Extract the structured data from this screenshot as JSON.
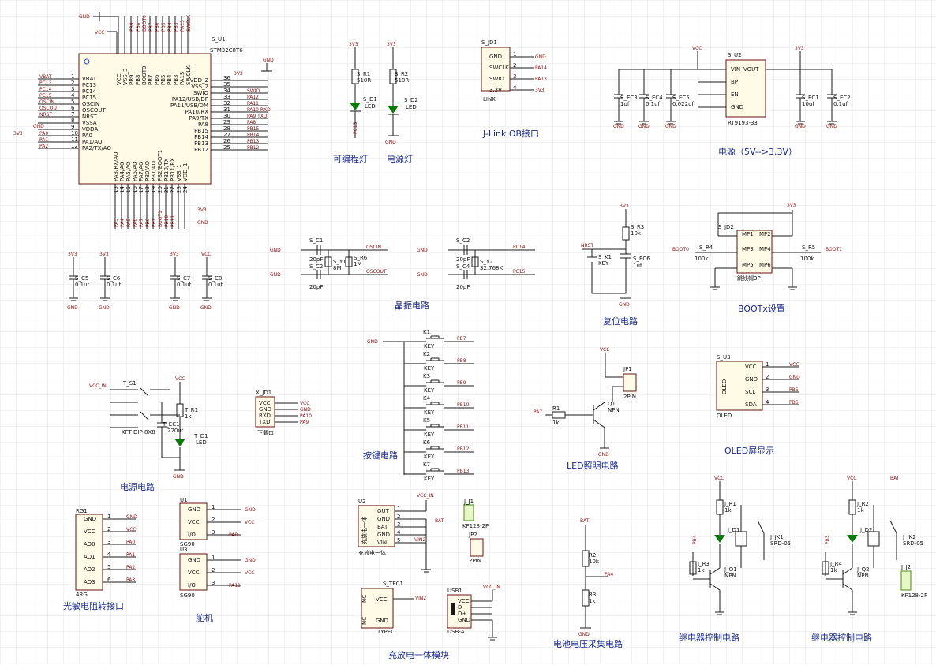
{
  "mcu": {
    "ref": "S_U1",
    "part": "STM32C8T6",
    "top_pins": [
      "VCC",
      "VSS_3",
      "PB9",
      "PB8",
      "BOOT0",
      "PB7",
      "PB6",
      "PB5",
      "PB4",
      "PB3",
      "PA15",
      "SWCLK"
    ],
    "top_nets": [
      "PB9",
      "PB8",
      "BOOT0",
      "PB7",
      "PB6",
      "PB5",
      "PB4",
      "PB3",
      "PA15",
      "SWCLK"
    ],
    "left_pins": [
      "VBAT",
      "PC13",
      "PC14",
      "PC15",
      "OSCIN",
      "OSCOUT",
      "NRST",
      "VSSA",
      "VDDA",
      "PA0",
      "PA1/AO",
      "PA2/TX/AO"
    ],
    "left_nets": [
      "VBAT",
      "PC13",
      "PC14",
      "PC15",
      "OSCIN",
      "OSCOUT",
      "NRST",
      "",
      "",
      "PA0",
      "PA1",
      "PA2"
    ],
    "left_nums": [
      "1",
      "2",
      "3",
      "4",
      "5",
      "6",
      "7",
      "8",
      "9",
      "10",
      "11",
      "12"
    ],
    "right_pins": [
      "VDD_2",
      "VSS_2",
      "SWIO",
      "PA12/USB/DP",
      "PA11/USB/DM",
      "PA10/RX",
      "PA9/TX",
      "PA8",
      "PB15",
      "PB14",
      "PB13",
      "PB12"
    ],
    "right_nets": [
      "",
      "",
      "SWIO",
      "PA12",
      "PA11",
      "PA10 RXD",
      "PA9 TXD",
      "PA8",
      "PB15",
      "PB14",
      "PB13",
      "PB12"
    ],
    "right_nums": [
      "36",
      "35",
      "34",
      "33",
      "32",
      "31",
      "30",
      "29",
      "28",
      "27",
      "26",
      "25"
    ],
    "bottom_pins": [
      "PA3/RX/AO",
      "PA4/AO",
      "PA5/AO",
      "PA6/AO",
      "PA7/AO",
      "PB0/AO",
      "PB1/AO",
      "PB2/BOOT1",
      "PB10/TX",
      "PB11/RX",
      "VSS_1",
      "VDD_1"
    ],
    "bottom_nets": [
      "PA3",
      "PA4",
      "PA5",
      "PA6",
      "PA7",
      "PB0",
      "PB1",
      "BOOT1",
      "PB10",
      "PB11"
    ],
    "bottom_nums": [
      "13",
      "14",
      "15",
      "16",
      "17",
      "18",
      "19",
      "20",
      "21",
      "22",
      "23",
      "24"
    ],
    "power": {
      "gnd": "GND",
      "vcc": "VCC",
      "v33": "3V3"
    }
  },
  "decoupling": [
    {
      "ref": "S_C5",
      "val": "0.1uf"
    },
    {
      "ref": "S_C6",
      "val": "0.1uf"
    },
    {
      "ref": "S_C7",
      "val": "0.1uf"
    },
    {
      "ref": "S_C8",
      "val": "0.1uf"
    }
  ],
  "leds": {
    "prog": {
      "r_ref": "S_R1",
      "r_val": "510R",
      "d_ref": "S_D1",
      "d_val": "LED",
      "net": "PC13",
      "title": "可编程灯"
    },
    "power": {
      "r_ref": "S_R2",
      "r_val": "510R",
      "d_ref": "S_D2",
      "d_val": "LED",
      "title": "电源灯"
    }
  },
  "jlink": {
    "ref": "S_JD1",
    "pins": [
      "GND",
      "SWCLK",
      "SWIO",
      "3.3V"
    ],
    "nets": [
      "GND",
      "PA14",
      "PA13",
      "3V3"
    ],
    "label": "LINK",
    "title": "J-Link OB接口"
  },
  "regulator": {
    "ref": "S_U2",
    "part": "RT9193-33",
    "pins_left": [
      "VIN",
      "BP",
      "EN",
      "GND"
    ],
    "pin_right": "VOUT",
    "caps": [
      {
        "ref": "S_EC3",
        "val": "1uf"
      },
      {
        "ref": "S_EC4",
        "val": "0.1uf"
      },
      {
        "ref": "S_EC5",
        "val": "0.022uf"
      },
      {
        "ref": "S_EC1",
        "val": "10uf"
      },
      {
        "ref": "S_EC2",
        "val": "0.1uf"
      }
    ],
    "title": "电源（5V-->3.3V）"
  },
  "crystal": {
    "hse": {
      "c1": "S_C1",
      "c2": "S_C2",
      "cval": "20pF",
      "y": "S_Y1",
      "yval": "8M",
      "r": "S_R6",
      "rval": "1M",
      "in": "OSCIN",
      "out": "OSCOUT"
    },
    "lse": {
      "c1": "S_C2",
      "c2": "S_C4",
      "cval": "20pF",
      "y": "S_Y2",
      "yval": "32.768K",
      "in": "PC14",
      "out": "PC15"
    },
    "title": "晶振电路"
  },
  "reset": {
    "r_ref": "S_R3",
    "r_val": "10k",
    "k_ref": "S_K1",
    "k_val": "KEY",
    "c_ref": "S_EC6",
    "c_val": "1uf",
    "net": "NRST",
    "title": "复位电路"
  },
  "boot": {
    "ref": "S_JD2",
    "pins": [
      "MP1",
      "MP2",
      "MP3",
      "MP4",
      "MP5",
      "MP6"
    ],
    "part": "跳线帽3P",
    "r4": "S_R4",
    "r5": "S_R5",
    "rval": "100k",
    "net_l": "BOOT0",
    "net_r": "BOOT1",
    "title": "BOOTx设置"
  },
  "power_sw": {
    "sw_ref": "T_S1",
    "sw_part": "KFT DIP-8X8",
    "r_ref": "T_R1",
    "r_val": "1k",
    "c_ref": "T_EC1",
    "c_val": "220uf",
    "d_ref": "T_D1",
    "d_val": "LED",
    "in": "VCC_IN",
    "title": "电源电路"
  },
  "download": {
    "ref": "X_JD1",
    "pins": [
      "VCC",
      "GND",
      "RXD",
      "TXD"
    ],
    "nets": [
      "VCC",
      "GND",
      "PA10",
      "PA9"
    ],
    "label": "下载口"
  },
  "keys": {
    "refs": [
      "K1",
      "K2",
      "K3",
      "K4",
      "K5",
      "K6",
      "K7"
    ],
    "val": "KEY",
    "nets": [
      "PB7",
      "PB8",
      "PB9",
      "PB10",
      "PB11",
      "PB12",
      "PB13"
    ],
    "title": "按键电路"
  },
  "ledlight": {
    "jp": "JP1",
    "jp_val": "2PIN",
    "r": "R1",
    "rval": "1k",
    "q": "Q1",
    "qval": "NPN",
    "net": "PA7",
    "title": "LED照明电路"
  },
  "oled": {
    "ref": "S_U3",
    "pins": [
      "VCC",
      "GND",
      "SCL",
      "SDA"
    ],
    "nets": [
      "VCC",
      "GND",
      "PB5",
      "PB6"
    ],
    "part": "OLED",
    "title": "OLED屏显示"
  },
  "ldr": {
    "ref": "RG1",
    "pins": [
      "GND",
      "VCC",
      "AO0",
      "AO1",
      "AO2",
      "AO3"
    ],
    "nets": [
      "GND",
      "VCC",
      "PA0",
      "PA1",
      "PA2",
      "PA3"
    ],
    "part": "4RG",
    "title": "光敏电阻转接口"
  },
  "servo": {
    "u1": "U1",
    "u3": "U3",
    "part": "SG90",
    "pins": [
      "GND",
      "VCC",
      "I/O"
    ],
    "net1": "PA8",
    "net2": "PA11",
    "title": "舵机"
  },
  "charger": {
    "u": "U2",
    "part": "充放电一体",
    "pins": [
      "OUT",
      "GND",
      "BAT",
      "GND",
      "VIN"
    ],
    "j": "J_J1",
    "jval": "KF128-2P",
    "jp": "JP2",
    "jpval": "2PIN",
    "typec": "S_TEC1",
    "typec_part": "TYPEC",
    "usb": "USB1",
    "usb_part": "USB-A",
    "usb_pins": [
      "VCC",
      "D-",
      "D+",
      "GND"
    ],
    "nets": {
      "vcc_in": "VCC_IN",
      "bat": "BAT",
      "vin2": "VIN2",
      "nc": "NC"
    },
    "title": "充放电一体模块"
  },
  "battery": {
    "r2": "R2",
    "r3": "R3",
    "r2val": "10k",
    "r3val": "1k",
    "net": "PA4",
    "bat": "BAT",
    "title": "电池电压采集电路"
  },
  "relay1": {
    "r1": "J_R1",
    "r3": "J_R3",
    "rval": "1k",
    "d": "J_D1",
    "q": "J_Q1",
    "qval": "NPN",
    "k": "J_JK1",
    "kval": "SRD-05",
    "net": "PB4",
    "title": "继电器控制电路"
  },
  "relay2": {
    "r1": "J_R2",
    "r3": "J_R4",
    "rval": "1k",
    "d": "J_D2",
    "q": "J_Q2",
    "qval": "NPN",
    "k": "J_JK2",
    "kval": "SRD-05",
    "j": "J_J2",
    "jval": "KF128-2P",
    "net": "PB3",
    "bat": "BAT",
    "title": "继电器控制电路"
  }
}
